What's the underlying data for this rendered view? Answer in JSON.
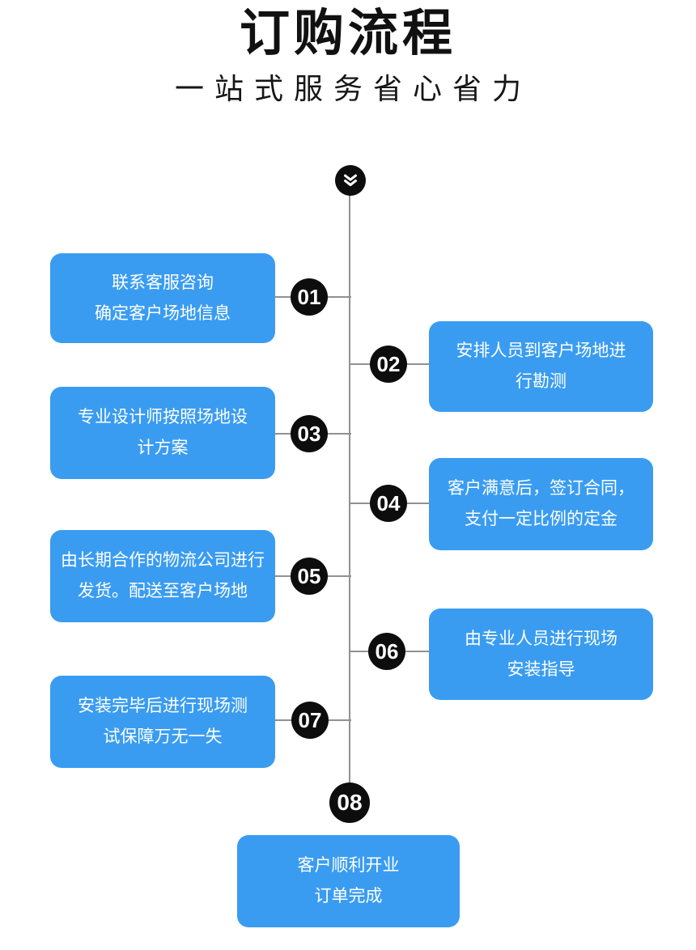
{
  "header": {
    "title": "订购流程",
    "subtitle": "一站式服务省心省力"
  },
  "start_node": {
    "icon": "double-chevron-down"
  },
  "steps": [
    {
      "number": "01",
      "side": "left",
      "text": "联系客服咨询\n确定客户场地信息"
    },
    {
      "number": "02",
      "side": "right",
      "text": "安排人员到客户场地进\n行勘测"
    },
    {
      "number": "03",
      "side": "left",
      "text": "专业设计师按照场地设\n计方案"
    },
    {
      "number": "04",
      "side": "right",
      "text": "客户满意后，签订合同，\n支付一定比例的定金"
    },
    {
      "number": "05",
      "side": "left",
      "text": "由长期合作的物流公司进行\n发货。配送至客户场地"
    },
    {
      "number": "06",
      "side": "right",
      "text": "由专业人员进行现场\n安装指导"
    },
    {
      "number": "07",
      "side": "left",
      "text": "安装完毕后进行现场测\n试保障万无一失"
    },
    {
      "number": "08",
      "side": "center",
      "text": "客户顺利开业\n订单完成"
    }
  ],
  "colors": {
    "box_blue": "#3a9cf1",
    "node_black": "#0d0d0d",
    "line_gray": "#919191",
    "text_white": "#ffffff"
  }
}
